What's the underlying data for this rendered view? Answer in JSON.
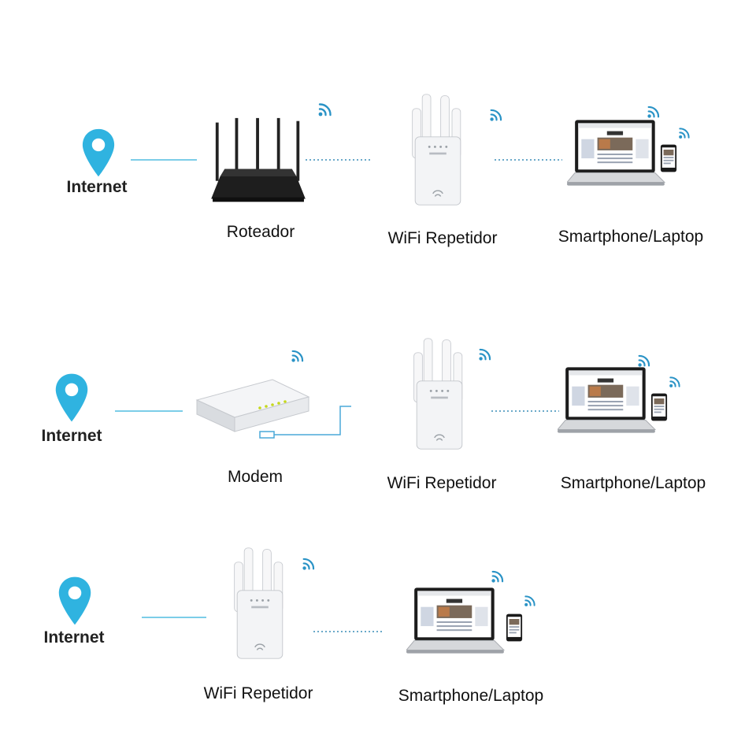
{
  "colors": {
    "accent": "#2fb3e0",
    "line": "#7ccde8",
    "dotted": "#6aa9c9",
    "device_white": "#f3f4f6",
    "router_black": "#1e1e1e"
  },
  "icons": {
    "location_pin": "location-pin-icon",
    "wifi": "wifi-signal-icon"
  },
  "diagram": {
    "rows": [
      {
        "internet_label": "Internet",
        "first_device_label": "Roteador",
        "repeater_label": "WiFi Repetidor",
        "clients_label": "Smartphone/Laptop"
      },
      {
        "internet_label": "Internet",
        "first_device_label": "Modem",
        "repeater_label": "WiFi Repetidor",
        "clients_label": "Smartphone/Laptop"
      },
      {
        "internet_label": "Internet",
        "repeater_label": "WiFi Repetidor",
        "clients_label": "Smartphone/Laptop"
      }
    ]
  }
}
